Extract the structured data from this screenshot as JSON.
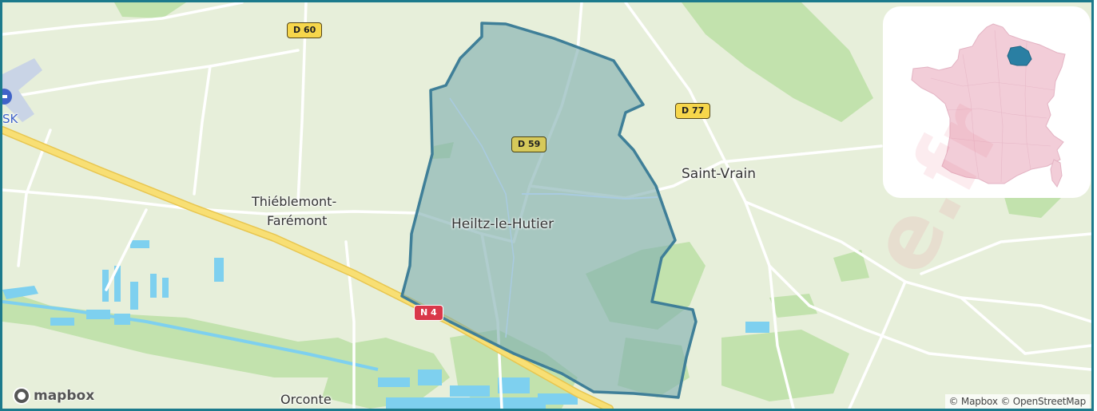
{
  "map": {
    "places": {
      "heiltz": "Heiltz-le-Hutier",
      "thieblemont_line1": "Thiéblemont-",
      "thieblemont_line2": "Farémont",
      "saint_vrain": "Saint-Vrain",
      "orconte": "Orconte",
      "partial_left": "SK"
    },
    "roads": {
      "d60": "D 60",
      "d77": "D 77",
      "d59": "D 59",
      "n4": "N 4"
    },
    "highlighted_area": "Heiltz-le-Hutier"
  },
  "inset": {
    "country": "France",
    "highlighted_department": "Marne"
  },
  "branding": {
    "logo_text": "mapbox",
    "attribution": "© Mapbox © OpenStreetMap"
  },
  "colors": {
    "polygon_fill": "#7faeb0",
    "polygon_stroke": "#3f7f98",
    "frame_border": "#1c7a8c",
    "inset_country": "#f2cdd8",
    "inset_highlight": "#2a7fa3",
    "forest": "#c5e3b0",
    "water": "#7fcfee",
    "major_road": "#f7dc6a"
  },
  "watermark_text": "e.fr"
}
